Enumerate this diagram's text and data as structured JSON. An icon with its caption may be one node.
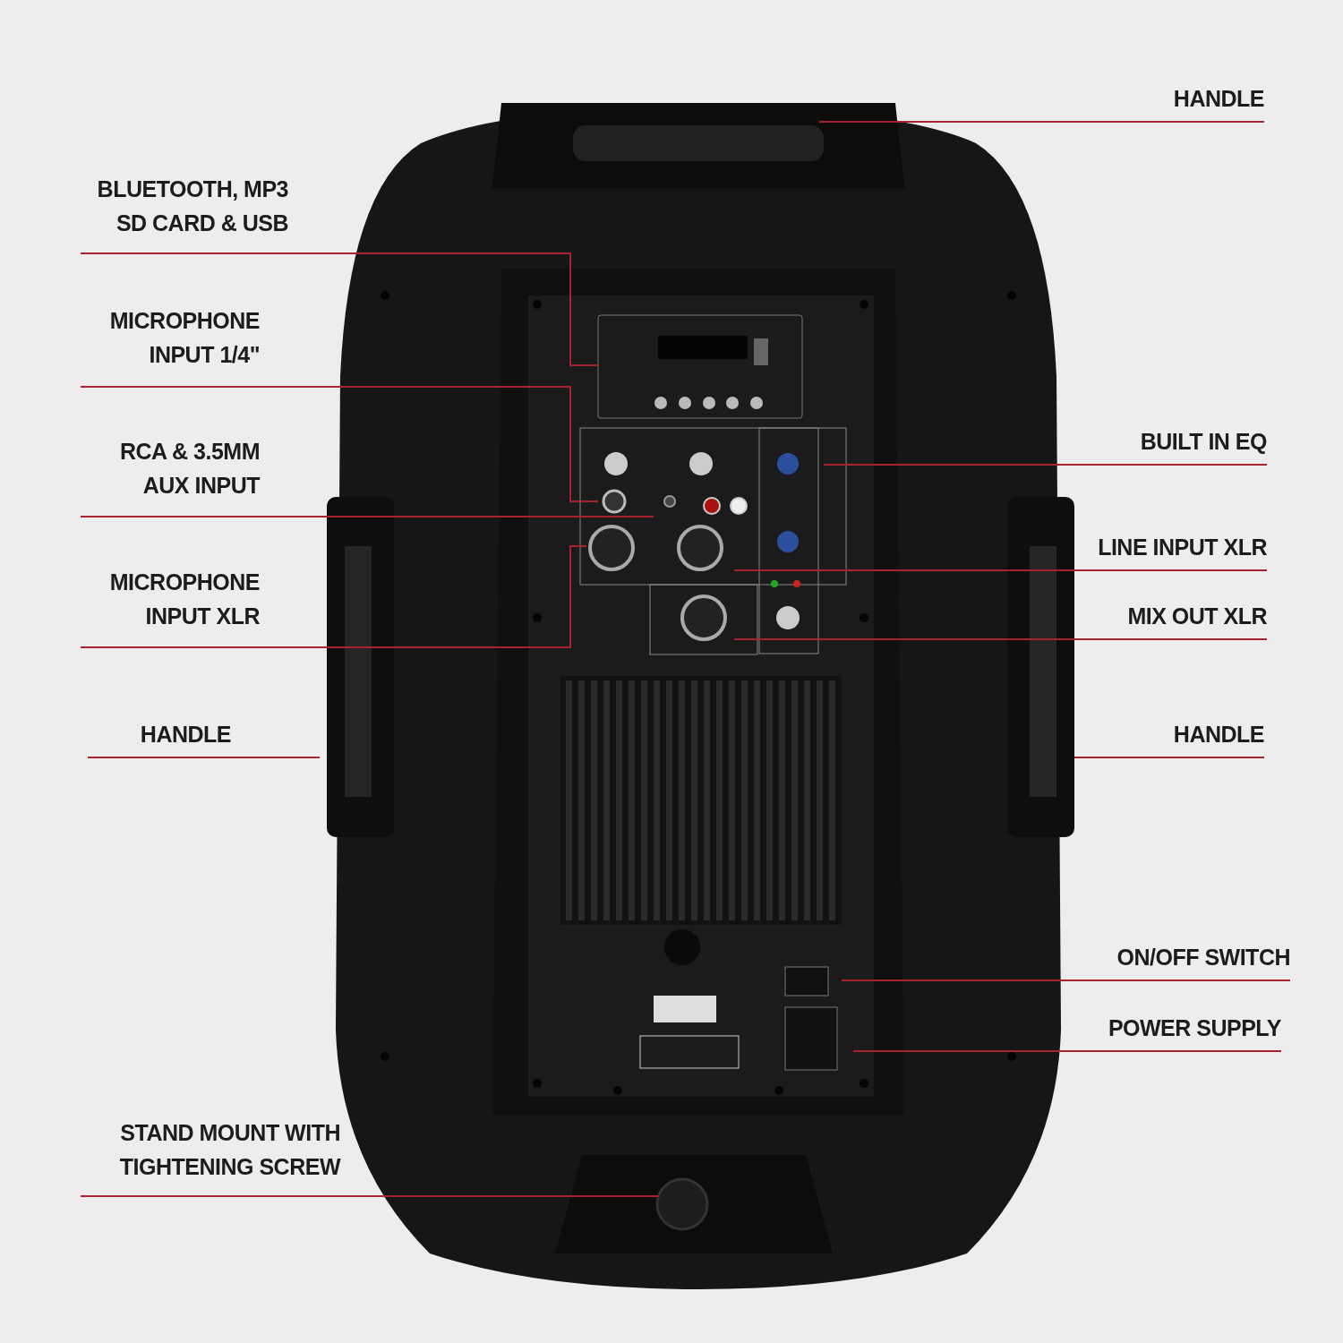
{
  "diagram": {
    "nodes": [
      {
        "text": [
          "HANDLE"
        ]
      },
      {
        "text": [
          "BLUETOOTH, MP3 SD CARD & USB"
        ]
      },
      {
        "text": [
          "MICROPHONE INPUT 1/4\""
        ]
      },
      {
        "text": [
          "RCA & 3.5MM AUX INPUT"
        ]
      },
      {
        "text": [
          "MICROPHONE INPUT XLR"
        ]
      },
      {
        "text": [
          "HANDLE"
        ]
      },
      {
        "text": [
          "STAND MOUNT WITH TIGHTENING SCREW"
        ]
      },
      {
        "text": [
          "BUILT IN EQ"
        ]
      },
      {
        "text": [
          "LINE INPUT XLR"
        ]
      },
      {
        "text": [
          "MIX OUT XLR"
        ]
      },
      {
        "text": [
          "HANDLE"
        ]
      },
      {
        "text": [
          "ON/OFF SWITCH"
        ]
      },
      {
        "text": [
          "POWER SUPPLY"
        ]
      }
    ],
    "edges": [
      {
        "from": 0,
        "to": null,
        "arrow": "none"
      },
      {
        "from": 1,
        "to": null,
        "arrow": "none"
      },
      {
        "from": 2,
        "to": null,
        "arrow": "none"
      },
      {
        "from": 3,
        "to": null,
        "arrow": "none"
      },
      {
        "from": 4,
        "to": null,
        "arrow": "none"
      },
      {
        "from": 5,
        "to": null,
        "arrow": "none"
      },
      {
        "from": 6,
        "to": null,
        "arrow": "none"
      },
      {
        "from": 7,
        "to": null,
        "arrow": "none"
      },
      {
        "from": 8,
        "to": null,
        "arrow": "none"
      },
      {
        "from": 9,
        "to": null,
        "arrow": "none"
      },
      {
        "from": 10,
        "to": null,
        "arrow": "none"
      },
      {
        "from": 11,
        "to": null,
        "arrow": "none"
      },
      {
        "from": 12,
        "to": null,
        "arrow": "none"
      }
    ]
  }
}
